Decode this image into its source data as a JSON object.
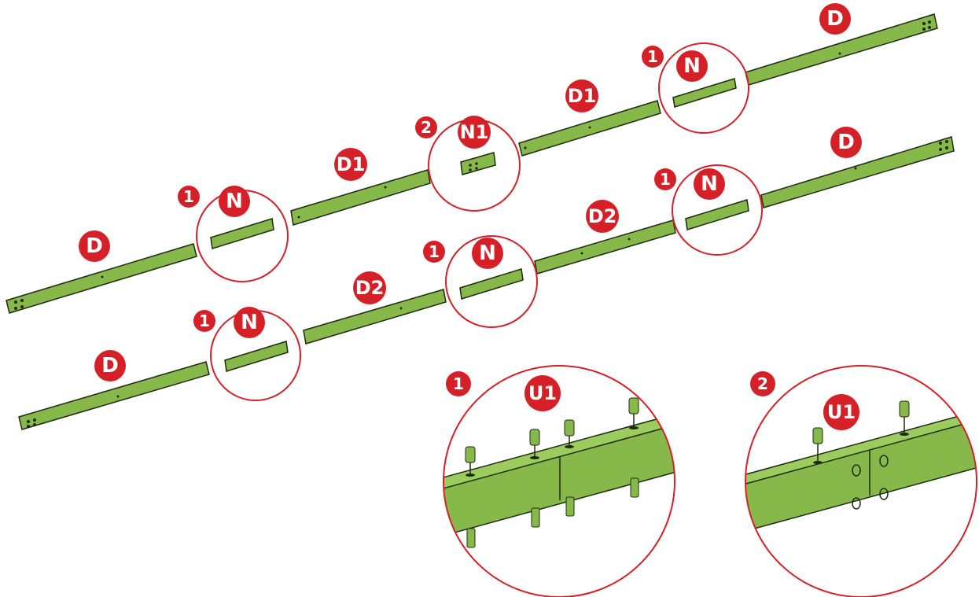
{
  "colors": {
    "part_fill": "#86b94a",
    "part_top": "#9ccc5e",
    "part_stroke": "#1f2a12",
    "badge": "#d62027",
    "badge_text": "#ffffff",
    "circle_stroke": "#d62027"
  },
  "parts": {
    "d": "D",
    "d1": "D1",
    "d2": "D2",
    "n": "N",
    "n1": "N1"
  },
  "steps": {
    "one": "1",
    "two": "2"
  },
  "detail": {
    "fastener": "U1",
    "fastener_icon": "screw-icon"
  }
}
